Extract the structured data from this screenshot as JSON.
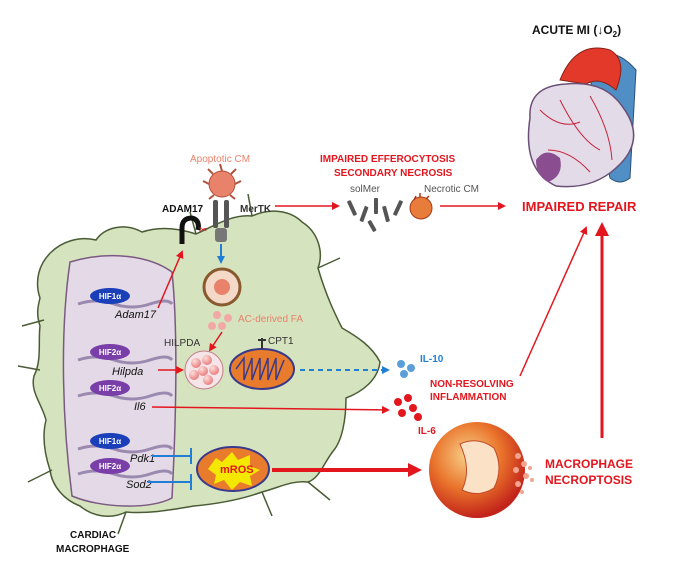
{
  "title": "ACUTE MI (↓O",
  "title_sub": "2",
  "title_close": ")",
  "labels": {
    "apoptotic_cm": "Apoptotic CM",
    "adam17": "ADAM17",
    "mertk": "MerTK",
    "impaired_efferocytosis": "IMPAIRED EFFEROCYTOSIS",
    "secondary_necrosis": "SECONDARY NECROSIS",
    "solmer": "solMer",
    "necrotic_cm": "Necrotic CM",
    "impaired_repair": "IMPAIRED REPAIR",
    "ac_derived_fa": "AC-derived FA",
    "hilpda_protein": "HILPDA",
    "cpt1": "CPT1",
    "il10": "IL-10",
    "il6": "IL-6",
    "non_resolving_1": "NON-RESOLVING",
    "non_resolving_2": "INFLAMMATION",
    "mros": "mROS",
    "necroptosis_1": "MACROPHAGE",
    "necroptosis_2": "NECROPTOSIS",
    "cardiac_1": "CARDIAC",
    "cardiac_2": "MACROPHAGE"
  },
  "genes": [
    {
      "tf": "HIF1α",
      "gene": "Adam17"
    },
    {
      "tf": "HIF2α",
      "gene": "Hilpda"
    },
    {
      "tf": "HIF2α",
      "gene": "Il6"
    },
    {
      "tf": "HIF1α",
      "gene": "Pdk1"
    },
    {
      "tf": "HIF2α",
      "gene": "Sod2"
    }
  ],
  "colors": {
    "red": "#e3161e",
    "blue": "#1f7fd4",
    "salmon": "#e8826a",
    "cell": "#d6e3bf",
    "nucleus": "#e4d9e6",
    "hif1": "#1a3fb8",
    "hif2": "#7a3ea8"
  }
}
